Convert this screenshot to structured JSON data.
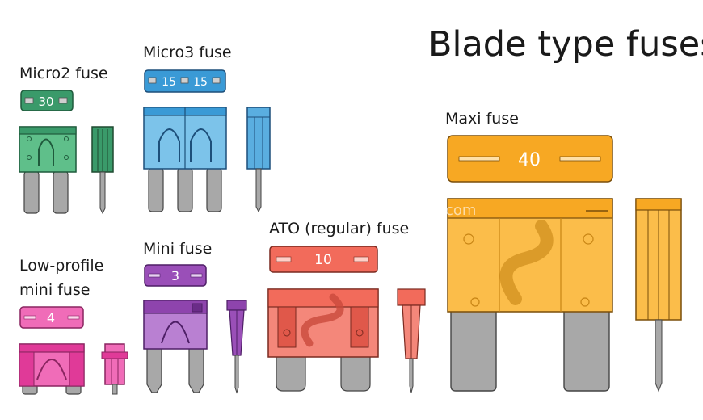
{
  "title": "Blade type fuses",
  "watermark": "com",
  "colors": {
    "micro2": "#3a9a6a",
    "micro3": "#3a9ad6",
    "mini": "#8e44ad",
    "lowprofile": "#e757a8",
    "ato": "#f26b5b",
    "maxi": "#f7a823",
    "metal": "#a8a8a8"
  },
  "fuses": [
    {
      "id": "micro2",
      "label": "Micro2 fuse",
      "rating": "30"
    },
    {
      "id": "micro3",
      "label": "Micro3 fuse",
      "ratings": [
        "15",
        "15"
      ]
    },
    {
      "id": "maxi",
      "label": "Maxi fuse",
      "rating": "40"
    },
    {
      "id": "lowprofile",
      "label_lines": [
        "Low-profile",
        "mini fuse"
      ],
      "rating": "4"
    },
    {
      "id": "mini",
      "label": "Mini fuse",
      "rating": "3"
    },
    {
      "id": "ato",
      "label": "ATO (regular) fuse",
      "rating": "10"
    }
  ]
}
